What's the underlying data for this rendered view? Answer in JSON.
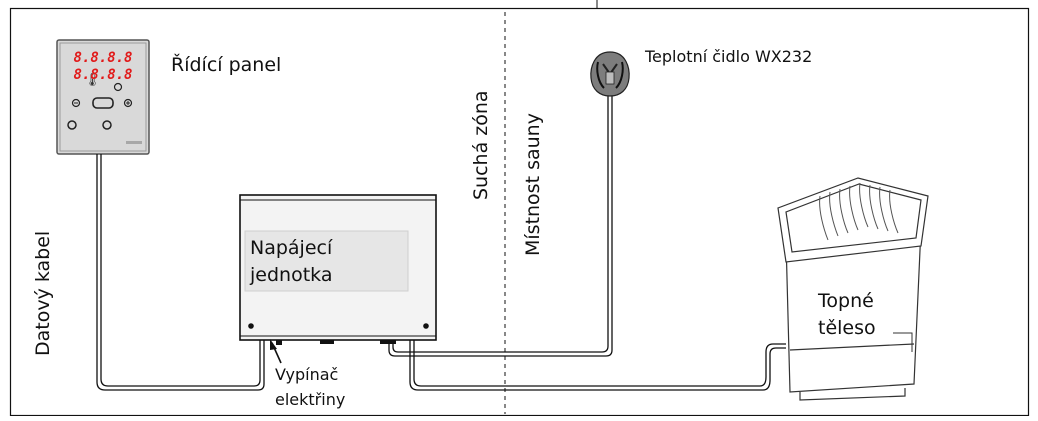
{
  "labels": {
    "control_panel": "Řídící panel",
    "temperature_sensor": "Teplotní čidlo WX232",
    "dry_zone": "Suchá zóna",
    "sauna_room": "Místnost sauny",
    "data_cable": "Datový kabel",
    "power_unit_line1": "Napájecí",
    "power_unit_line2": "jednotka",
    "heater_line1": "Topné",
    "heater_line2": "těleso",
    "switch_line1": "Vypínač",
    "switch_line2": "elektřiny"
  },
  "control_panel_display": {
    "row1": "8.8.8.8",
    "row2": "8.8.8.8"
  },
  "colors": {
    "line": "#111111",
    "panel_fill": "#d9d9d9",
    "unit_fill": "#f3f3f3",
    "label_box_fill": "#e6e6e6",
    "display_red": "#e11a1a"
  }
}
